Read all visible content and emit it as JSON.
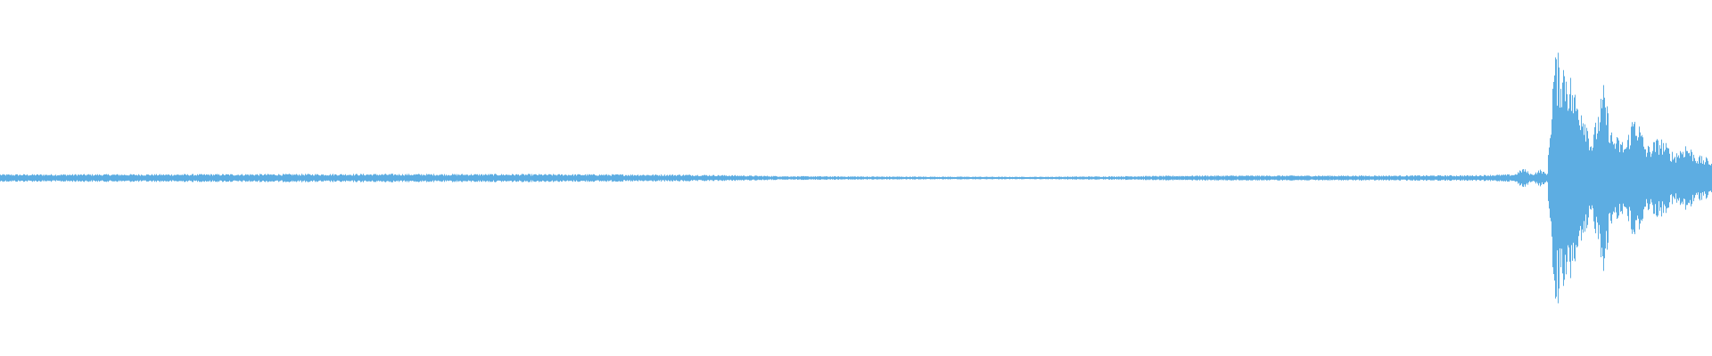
{
  "waveform": {
    "wave_color": "#5dade2",
    "background_color": "#ffffff",
    "amplitude_envelope": [
      {
        "t": 0.0,
        "amp": 0.03
      },
      {
        "t": 0.1,
        "amp": 0.031
      },
      {
        "t": 0.2,
        "amp": 0.033
      },
      {
        "t": 0.3,
        "amp": 0.032
      },
      {
        "t": 0.4,
        "amp": 0.028
      },
      {
        "t": 0.43,
        "amp": 0.022
      },
      {
        "t": 0.46,
        "amp": 0.015
      },
      {
        "t": 0.52,
        "amp": 0.012
      },
      {
        "t": 0.6,
        "amp": 0.01
      },
      {
        "t": 0.65,
        "amp": 0.014
      },
      {
        "t": 0.7,
        "amp": 0.02
      },
      {
        "t": 0.8,
        "amp": 0.02
      },
      {
        "t": 0.86,
        "amp": 0.022
      },
      {
        "t": 0.885,
        "amp": 0.03
      },
      {
        "t": 0.89,
        "amp": 0.08
      },
      {
        "t": 0.895,
        "amp": 0.03
      },
      {
        "t": 0.9,
        "amp": 0.07
      },
      {
        "t": 0.904,
        "amp": 0.03
      },
      {
        "t": 0.908,
        "amp": 0.99
      },
      {
        "t": 0.915,
        "amp": 0.95
      },
      {
        "t": 0.92,
        "amp": 0.7
      },
      {
        "t": 0.925,
        "amp": 0.6
      },
      {
        "t": 0.93,
        "amp": 0.3
      },
      {
        "t": 0.937,
        "amp": 0.73
      },
      {
        "t": 0.942,
        "amp": 0.35
      },
      {
        "t": 0.95,
        "amp": 0.28
      },
      {
        "t": 0.955,
        "amp": 0.55
      },
      {
        "t": 0.962,
        "amp": 0.25
      },
      {
        "t": 0.97,
        "amp": 0.33
      },
      {
        "t": 0.978,
        "amp": 0.2
      },
      {
        "t": 0.985,
        "amp": 0.28
      },
      {
        "t": 0.992,
        "amp": 0.18
      },
      {
        "t": 1.0,
        "amp": 0.15
      }
    ]
  }
}
